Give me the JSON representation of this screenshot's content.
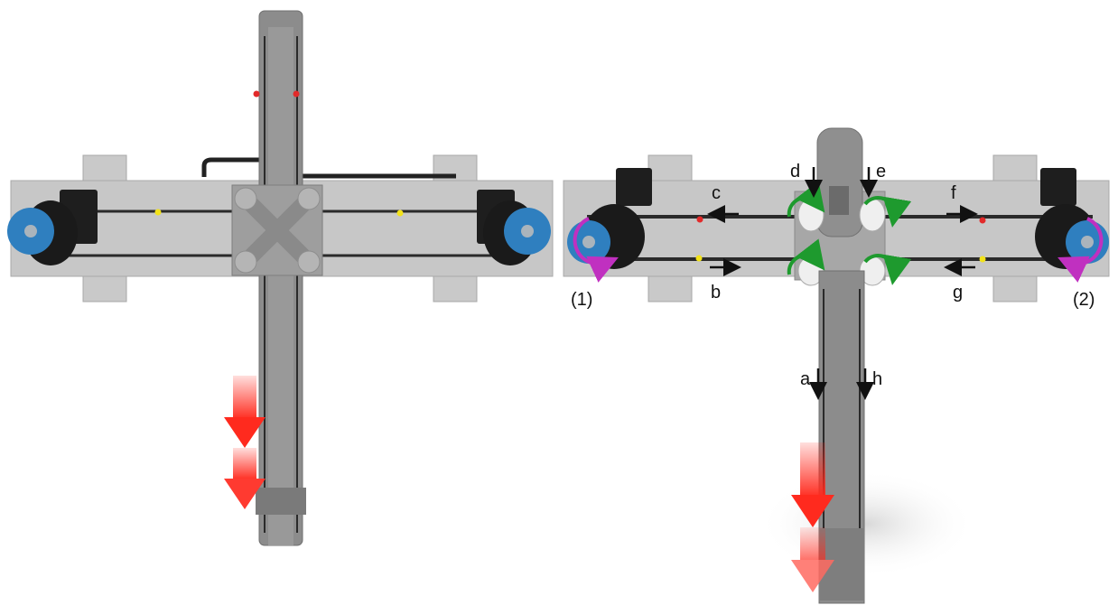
{
  "labels": {
    "a": "a",
    "b": "b",
    "c": "c",
    "d": "d",
    "e": "e",
    "f": "f",
    "g": "g",
    "h": "h",
    "pulley_1": "(1)",
    "pulley_2": "(2)"
  },
  "colors": {
    "frame": "#c7c7c7",
    "frame_dark": "#a9a9a9",
    "mast": "#8c8c8c",
    "belt": "#2a2a2a",
    "motor": "#1e1e1e",
    "pulley_blue": "#2f7fbf",
    "rotation_magenta": "#c030c0",
    "rotation_green": "#1e9a2e",
    "motion_red": "#ff2a1e",
    "marker_yellow": "#f2e21a",
    "marker_red": "#e22a2a"
  }
}
